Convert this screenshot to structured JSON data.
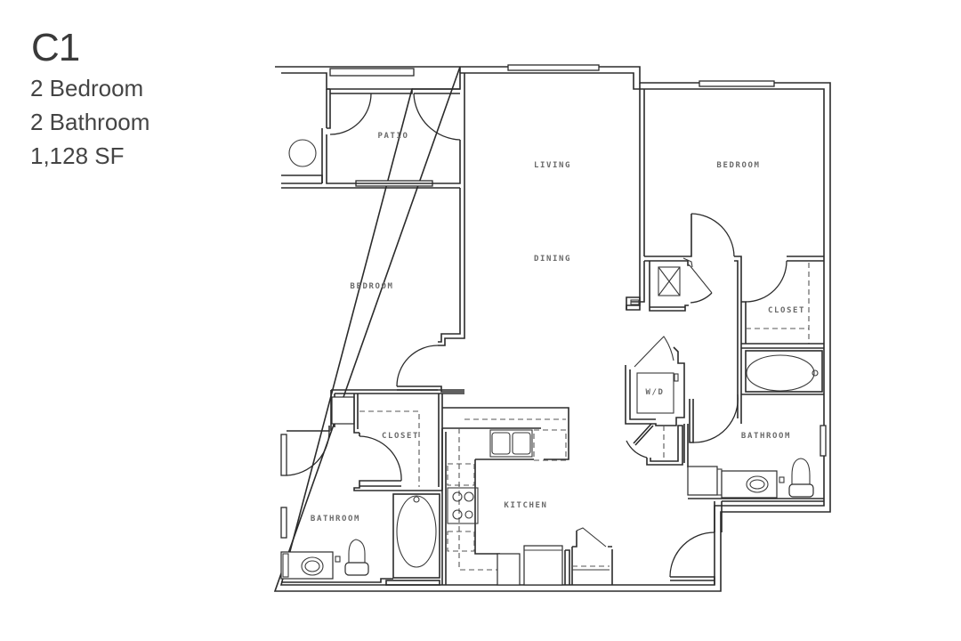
{
  "unit": {
    "name": "C1",
    "bedrooms": "2 Bedroom",
    "bathrooms": "2 Bathroom",
    "area": "1,128 SF"
  },
  "rooms": {
    "patio": "PATIO",
    "living": "LIVING",
    "dining": "DINING",
    "bedroom_left": "BEDROOM",
    "bedroom_right": "BEDROOM",
    "closet_right": "CLOSET",
    "closet_left": "CLOSET",
    "washer_dryer": "W/D",
    "bathroom_right": "BATHROOM",
    "bathroom_left": "BATHROOM",
    "kitchen": "KITCHEN"
  },
  "colors": {
    "line": "#2b2b2b",
    "label": "#6a6a6a",
    "heading": "#3a3a3a"
  }
}
